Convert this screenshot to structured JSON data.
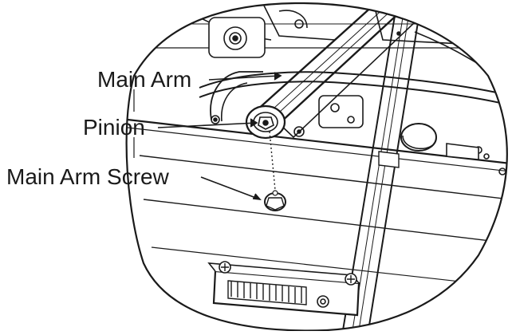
{
  "labels": {
    "main_arm": "Main Arm",
    "pinion": "Pinion",
    "main_arm_screw": "Main Arm Screw"
  },
  "colors": {
    "ink": "#1a1a1a",
    "paper": "#ffffff",
    "shade": "#d9d9d9"
  }
}
